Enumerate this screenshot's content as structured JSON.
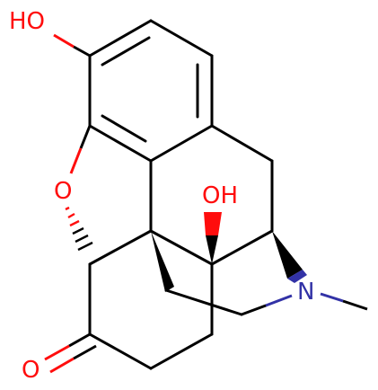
{
  "molecule": {
    "atoms": {
      "ho_top": {
        "text": "HO",
        "color": "#ff0d0d"
      },
      "oh_mid": {
        "text": "OH",
        "color": "#ff0d0d"
      },
      "o_ring": {
        "text": "O",
        "color": "#ff0d0d"
      },
      "o_ketone": {
        "text": "O",
        "color": "#ff0d0d"
      },
      "n_amine": {
        "text": "N",
        "color": "#3232a6"
      }
    },
    "colors": {
      "bond": "#000000",
      "oxygen": "#ff0d0d",
      "nitrogen": "#3232a6"
    }
  }
}
